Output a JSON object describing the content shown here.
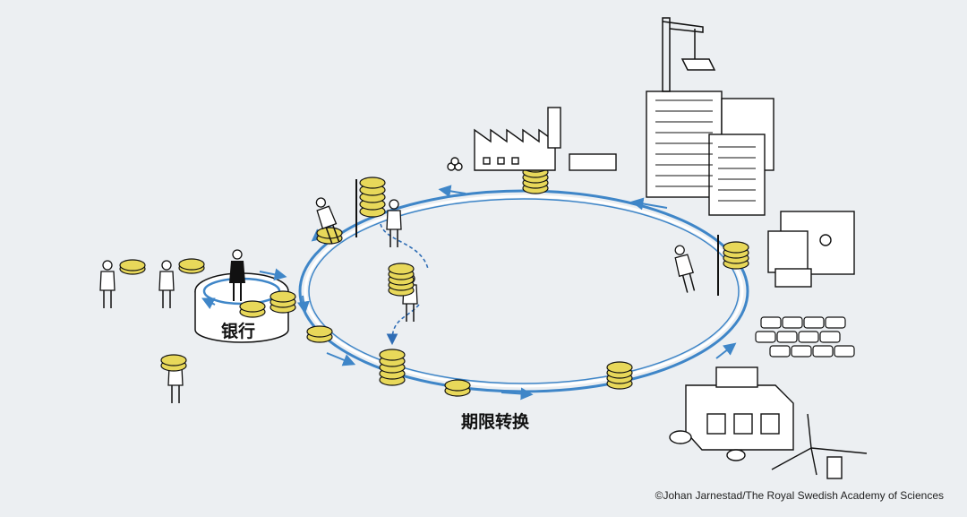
{
  "labels": {
    "bank": "银行",
    "cycle": "期限转换"
  },
  "credit": "©Johan Jarnestad/The Royal Swedish Academy of Sciences",
  "colors": {
    "background": "#eceff2",
    "ring_blue": "#3f86c8",
    "coin_yellow": "#e8d85a",
    "line": "#111111",
    "dashed_arrow": "#2f6db5"
  },
  "icons": [
    "factory-icon",
    "office-buildings-icon",
    "crane-icon",
    "workshop-icon",
    "cars-icon",
    "warehouse-icon",
    "wind-turbine-icon",
    "coin-stack-icon",
    "person-icon"
  ]
}
